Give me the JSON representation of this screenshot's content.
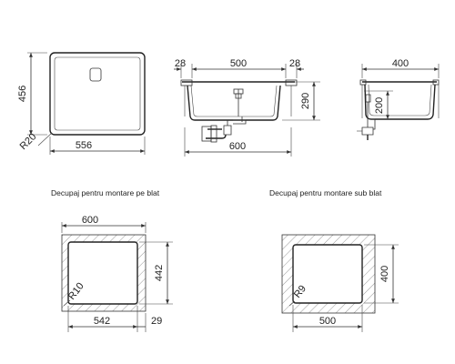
{
  "top_view": {
    "width": "556",
    "height": "456",
    "radius": "R20"
  },
  "front_view": {
    "left_flange": "28",
    "bowl_width": "500",
    "right_flange": "28",
    "depth": "290",
    "overall_width": "600"
  },
  "side_view": {
    "width": "400",
    "overflow_height": "200"
  },
  "cutout_top_mount": {
    "caption": "Decupaj pentru montare pe blat",
    "cabinet_width": "600",
    "cutout_width": "542",
    "cutout_height": "442",
    "offset": "29",
    "radius": "R10"
  },
  "cutout_under_mount": {
    "caption": "Decupaj pentru montare sub blat",
    "cutout_width": "500",
    "cutout_height": "400",
    "radius": "R9"
  }
}
